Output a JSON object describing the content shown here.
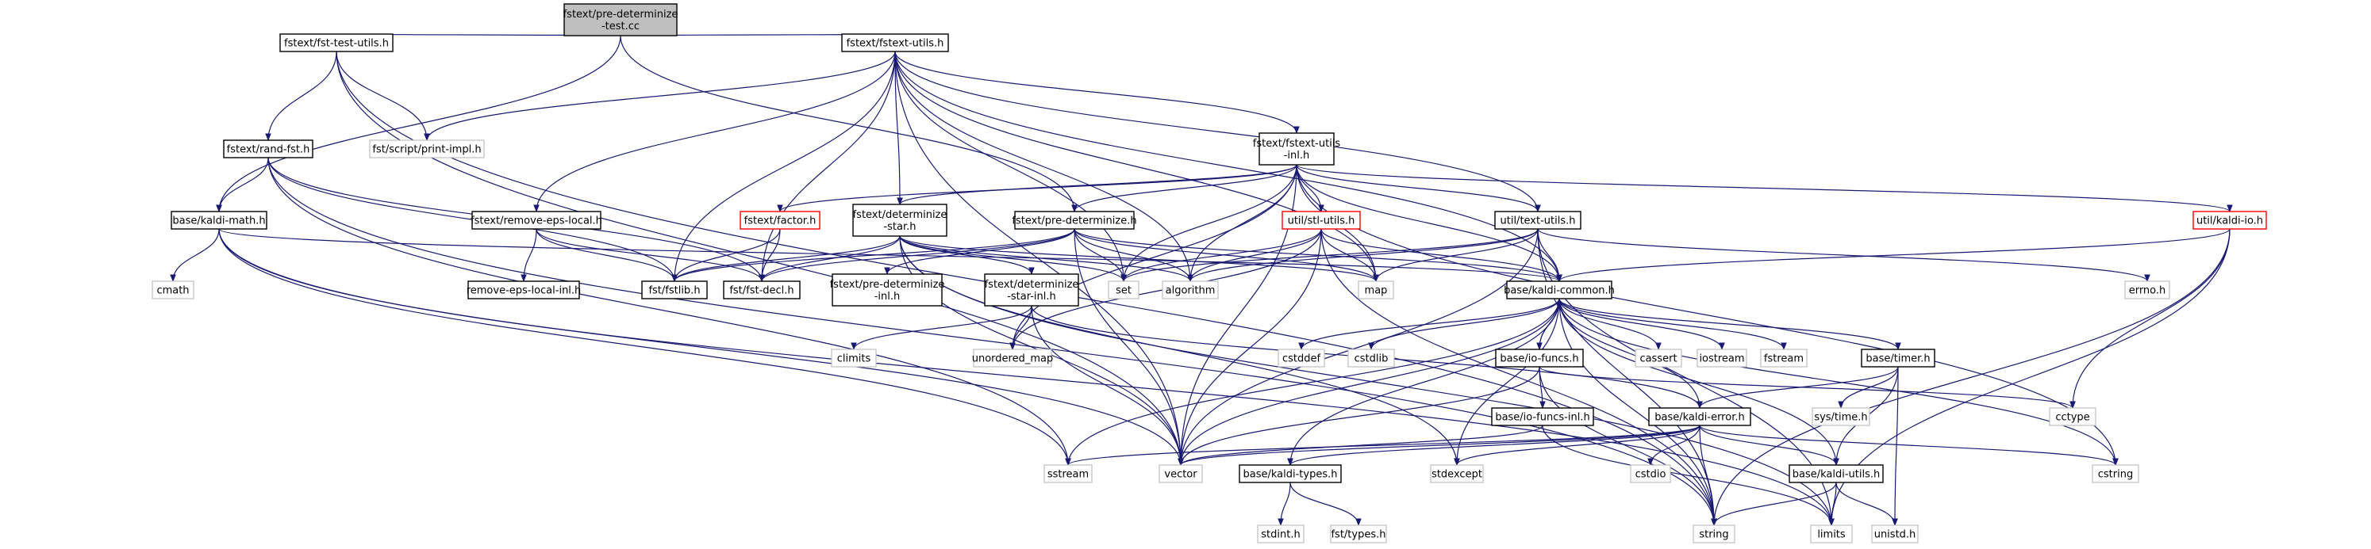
{
  "diagram": {
    "edge_color": "#191970",
    "node_border_colors": {
      "normal": "#000000",
      "external": "#bfbfbf",
      "truncated": "#ff0000",
      "root_fill": "#bfbfbf"
    },
    "nodes": [
      {
        "id": "root",
        "lines": [
          "fstext/pre-determinize",
          "-test.cc"
        ],
        "style": "root"
      },
      {
        "id": "fst-test-utils",
        "lines": [
          "fstext/fst-test-utils.h"
        ],
        "style": "box"
      },
      {
        "id": "fstext-utils",
        "lines": [
          "fstext/fstext-utils.h"
        ],
        "style": "box"
      },
      {
        "id": "rand-fst",
        "lines": [
          "fstext/rand-fst.h"
        ],
        "style": "box"
      },
      {
        "id": "print-impl",
        "lines": [
          "fst/script/print-impl.h"
        ],
        "style": "ext"
      },
      {
        "id": "fstext-utils-inl",
        "lines": [
          "fstext/fstext-utils",
          "-inl.h"
        ],
        "style": "box"
      },
      {
        "id": "kaldi-math",
        "lines": [
          "base/kaldi-math.h"
        ],
        "style": "box"
      },
      {
        "id": "remove-eps-local",
        "lines": [
          "fstext/remove-eps-local.h"
        ],
        "style": "box"
      },
      {
        "id": "factor",
        "lines": [
          "fstext/factor.h"
        ],
        "style": "red"
      },
      {
        "id": "determinize-star",
        "lines": [
          "fstext/determinize",
          "-star.h"
        ],
        "style": "box"
      },
      {
        "id": "pre-determinize",
        "lines": [
          "fstext/pre-determinize.h"
        ],
        "style": "box"
      },
      {
        "id": "stl-utils",
        "lines": [
          "util/stl-utils.h"
        ],
        "style": "red"
      },
      {
        "id": "text-utils",
        "lines": [
          "util/text-utils.h"
        ],
        "style": "box"
      },
      {
        "id": "kaldi-io",
        "lines": [
          "util/kaldi-io.h"
        ],
        "style": "red"
      },
      {
        "id": "cmath",
        "lines": [
          "cmath"
        ],
        "style": "ext"
      },
      {
        "id": "remove-eps-local-inl",
        "lines": [
          "remove-eps-local-inl.h"
        ],
        "style": "box"
      },
      {
        "id": "fstlib",
        "lines": [
          "fst/fstlib.h"
        ],
        "style": "box"
      },
      {
        "id": "fst-decl",
        "lines": [
          "fst/fst-decl.h"
        ],
        "style": "box"
      },
      {
        "id": "pre-determinize-inl",
        "lines": [
          "fstext/pre-determinize",
          "-inl.h"
        ],
        "style": "box"
      },
      {
        "id": "determinize-star-inl",
        "lines": [
          "fstext/determinize",
          "-star-inl.h"
        ],
        "style": "box"
      },
      {
        "id": "set",
        "lines": [
          "set"
        ],
        "style": "ext"
      },
      {
        "id": "algorithm",
        "lines": [
          "algorithm"
        ],
        "style": "ext"
      },
      {
        "id": "map",
        "lines": [
          "map"
        ],
        "style": "ext"
      },
      {
        "id": "kaldi-common",
        "lines": [
          "base/kaldi-common.h"
        ],
        "style": "box"
      },
      {
        "id": "errno",
        "lines": [
          "errno.h"
        ],
        "style": "ext"
      },
      {
        "id": "climits",
        "lines": [
          "climits"
        ],
        "style": "ext"
      },
      {
        "id": "unordered-map",
        "lines": [
          "unordered_map"
        ],
        "style": "ext"
      },
      {
        "id": "cstddef",
        "lines": [
          "cstddef"
        ],
        "style": "ext"
      },
      {
        "id": "cstdlib",
        "lines": [
          "cstdlib"
        ],
        "style": "ext"
      },
      {
        "id": "io-funcs",
        "lines": [
          "base/io-funcs.h"
        ],
        "style": "box"
      },
      {
        "id": "cassert",
        "lines": [
          "cassert"
        ],
        "style": "ext"
      },
      {
        "id": "iostream",
        "lines": [
          "iostream"
        ],
        "style": "ext"
      },
      {
        "id": "fstream",
        "lines": [
          "fstream"
        ],
        "style": "ext"
      },
      {
        "id": "timer",
        "lines": [
          "base/timer.h"
        ],
        "style": "box"
      },
      {
        "id": "io-funcs-inl",
        "lines": [
          "base/io-funcs-inl.h"
        ],
        "style": "box"
      },
      {
        "id": "kaldi-error",
        "lines": [
          "base/kaldi-error.h"
        ],
        "style": "box"
      },
      {
        "id": "sys-time",
        "lines": [
          "sys/time.h"
        ],
        "style": "ext"
      },
      {
        "id": "cctype",
        "lines": [
          "cctype"
        ],
        "style": "ext"
      },
      {
        "id": "sstream",
        "lines": [
          "sstream"
        ],
        "style": "ext"
      },
      {
        "id": "vector",
        "lines": [
          "vector"
        ],
        "style": "ext"
      },
      {
        "id": "kaldi-types",
        "lines": [
          "base/kaldi-types.h"
        ],
        "style": "box"
      },
      {
        "id": "stdexcept",
        "lines": [
          "stdexcept"
        ],
        "style": "ext"
      },
      {
        "id": "cstdio",
        "lines": [
          "cstdio"
        ],
        "style": "ext"
      },
      {
        "id": "kaldi-utils",
        "lines": [
          "base/kaldi-utils.h"
        ],
        "style": "box"
      },
      {
        "id": "cstring",
        "lines": [
          "cstring"
        ],
        "style": "ext"
      },
      {
        "id": "stdint",
        "lines": [
          "stdint.h"
        ],
        "style": "ext"
      },
      {
        "id": "fst-types",
        "lines": [
          "fst/types.h"
        ],
        "style": "ext"
      },
      {
        "id": "string",
        "lines": [
          "string"
        ],
        "style": "ext"
      },
      {
        "id": "limits",
        "lines": [
          "limits"
        ],
        "style": "ext"
      },
      {
        "id": "unistd",
        "lines": [
          "unistd.h"
        ],
        "style": "ext"
      }
    ],
    "edges": [
      [
        "root",
        "fst-test-utils"
      ],
      [
        "root",
        "fstext-utils"
      ],
      [
        "root",
        "kaldi-math"
      ],
      [
        "root",
        "pre-determinize"
      ],
      [
        "fst-test-utils",
        "rand-fst"
      ],
      [
        "fst-test-utils",
        "print-impl"
      ],
      [
        "fst-test-utils",
        "vector"
      ],
      [
        "fst-test-utils",
        "string"
      ],
      [
        "fstext-utils",
        "fstext-utils-inl"
      ],
      [
        "fstext-utils",
        "remove-eps-local"
      ],
      [
        "fstext-utils",
        "determinize-star"
      ],
      [
        "fstext-utils",
        "print-impl"
      ],
      [
        "fstext-utils",
        "fstlib"
      ],
      [
        "fstext-utils",
        "fst-decl"
      ],
      [
        "fstext-utils",
        "set"
      ],
      [
        "fstext-utils",
        "algorithm"
      ],
      [
        "fstext-utils",
        "map"
      ],
      [
        "fstext-utils",
        "text-utils"
      ],
      [
        "fstext-utils",
        "kaldi-common"
      ],
      [
        "fstext-utils",
        "vector"
      ],
      [
        "rand-fst",
        "kaldi-math"
      ],
      [
        "rand-fst",
        "fstlib"
      ],
      [
        "rand-fst",
        "fst-decl"
      ],
      [
        "rand-fst",
        "sstream"
      ],
      [
        "rand-fst",
        "string"
      ],
      [
        "fstext-utils-inl",
        "factor"
      ],
      [
        "fstext-utils-inl",
        "determinize-star"
      ],
      [
        "fstext-utils-inl",
        "pre-determinize"
      ],
      [
        "fstext-utils-inl",
        "stl-utils"
      ],
      [
        "fstext-utils-inl",
        "text-utils"
      ],
      [
        "fstext-utils-inl",
        "kaldi-io"
      ],
      [
        "fstext-utils-inl",
        "kaldi-common"
      ],
      [
        "fstext-utils-inl",
        "algorithm"
      ],
      [
        "fstext-utils-inl",
        "map"
      ],
      [
        "fstext-utils-inl",
        "set"
      ],
      [
        "fstext-utils-inl",
        "vector"
      ],
      [
        "fstext-utils-inl",
        "unordered-map"
      ],
      [
        "fstext-utils-inl",
        "cstring"
      ],
      [
        "kaldi-math",
        "cmath"
      ],
      [
        "kaldi-math",
        "vector"
      ],
      [
        "kaldi-math",
        "limits"
      ],
      [
        "kaldi-math",
        "kaldi-common"
      ],
      [
        "kaldi-math",
        "sstream"
      ],
      [
        "remove-eps-local",
        "remove-eps-local-inl"
      ],
      [
        "remove-eps-local",
        "fstlib"
      ],
      [
        "remove-eps-local",
        "fst-decl"
      ],
      [
        "factor",
        "fstlib"
      ],
      [
        "factor",
        "fst-decl"
      ],
      [
        "determinize-star",
        "determinize-star-inl"
      ],
      [
        "determinize-star",
        "fstlib"
      ],
      [
        "determinize-star",
        "fst-decl"
      ],
      [
        "determinize-star",
        "algorithm"
      ],
      [
        "determinize-star",
        "map"
      ],
      [
        "determinize-star",
        "set"
      ],
      [
        "determinize-star",
        "vector"
      ],
      [
        "determinize-star",
        "stdexcept"
      ],
      [
        "determinize-star",
        "limits"
      ],
      [
        "pre-determinize",
        "pre-determinize-inl"
      ],
      [
        "pre-determinize",
        "fstlib"
      ],
      [
        "pre-determinize",
        "fst-decl"
      ],
      [
        "pre-determinize",
        "algorithm"
      ],
      [
        "pre-determinize",
        "map"
      ],
      [
        "pre-determinize",
        "set"
      ],
      [
        "pre-determinize",
        "vector"
      ],
      [
        "pre-determinize",
        "kaldi-common"
      ],
      [
        "stl-utils",
        "algorithm"
      ],
      [
        "stl-utils",
        "map"
      ],
      [
        "stl-utils",
        "set"
      ],
      [
        "stl-utils",
        "string"
      ],
      [
        "stl-utils",
        "unordered-map"
      ],
      [
        "stl-utils",
        "vector"
      ],
      [
        "stl-utils",
        "kaldi-common"
      ],
      [
        "text-utils",
        "kaldi-common"
      ],
      [
        "text-utils",
        "algorithm"
      ],
      [
        "text-utils",
        "map"
      ],
      [
        "text-utils",
        "set"
      ],
      [
        "text-utils",
        "errno"
      ],
      [
        "text-utils",
        "limits"
      ],
      [
        "text-utils",
        "string"
      ],
      [
        "text-utils",
        "vector"
      ],
      [
        "kaldi-io",
        "kaldi-common"
      ],
      [
        "kaldi-io",
        "cctype"
      ],
      [
        "kaldi-io",
        "limits"
      ],
      [
        "kaldi-io",
        "string"
      ],
      [
        "determinize-star-inl",
        "climits"
      ],
      [
        "determinize-star-inl",
        "unordered-map"
      ],
      [
        "determinize-star-inl",
        "vector"
      ],
      [
        "determinize-star-inl",
        "kaldi-error"
      ],
      [
        "kaldi-common",
        "cstddef"
      ],
      [
        "kaldi-common",
        "cstdlib"
      ],
      [
        "kaldi-common",
        "cassert"
      ],
      [
        "kaldi-common",
        "iostream"
      ],
      [
        "kaldi-common",
        "fstream"
      ],
      [
        "kaldi-common",
        "io-funcs"
      ],
      [
        "kaldi-common",
        "timer"
      ],
      [
        "kaldi-common",
        "kaldi-error"
      ],
      [
        "kaldi-common",
        "kaldi-types"
      ],
      [
        "kaldi-common",
        "kaldi-utils"
      ],
      [
        "kaldi-common",
        "sstream"
      ],
      [
        "kaldi-common",
        "stdexcept"
      ],
      [
        "kaldi-common",
        "string"
      ],
      [
        "kaldi-common",
        "vector"
      ],
      [
        "kaldi-common",
        "cstring"
      ],
      [
        "io-funcs",
        "io-funcs-inl"
      ],
      [
        "io-funcs",
        "kaldi-common"
      ],
      [
        "io-funcs",
        "cctype"
      ],
      [
        "io-funcs",
        "vector"
      ],
      [
        "io-funcs",
        "string"
      ],
      [
        "timer",
        "sys-time"
      ],
      [
        "timer",
        "kaldi-error"
      ],
      [
        "timer",
        "kaldi-utils"
      ],
      [
        "timer",
        "unistd"
      ],
      [
        "io-funcs-inl",
        "vector"
      ],
      [
        "io-funcs-inl",
        "limits"
      ],
      [
        "kaldi-error",
        "cstdio"
      ],
      [
        "kaldi-error",
        "cstring"
      ],
      [
        "kaldi-error",
        "sstream"
      ],
      [
        "kaldi-error",
        "stdexcept"
      ],
      [
        "kaldi-error",
        "string"
      ],
      [
        "kaldi-error",
        "vector"
      ],
      [
        "kaldi-error",
        "kaldi-types"
      ],
      [
        "kaldi-error",
        "kaldi-utils"
      ],
      [
        "kaldi-types",
        "stdint"
      ],
      [
        "kaldi-types",
        "fst-types"
      ],
      [
        "kaldi-utils",
        "limits"
      ],
      [
        "kaldi-utils",
        "string"
      ],
      [
        "kaldi-utils",
        "unistd"
      ]
    ]
  }
}
